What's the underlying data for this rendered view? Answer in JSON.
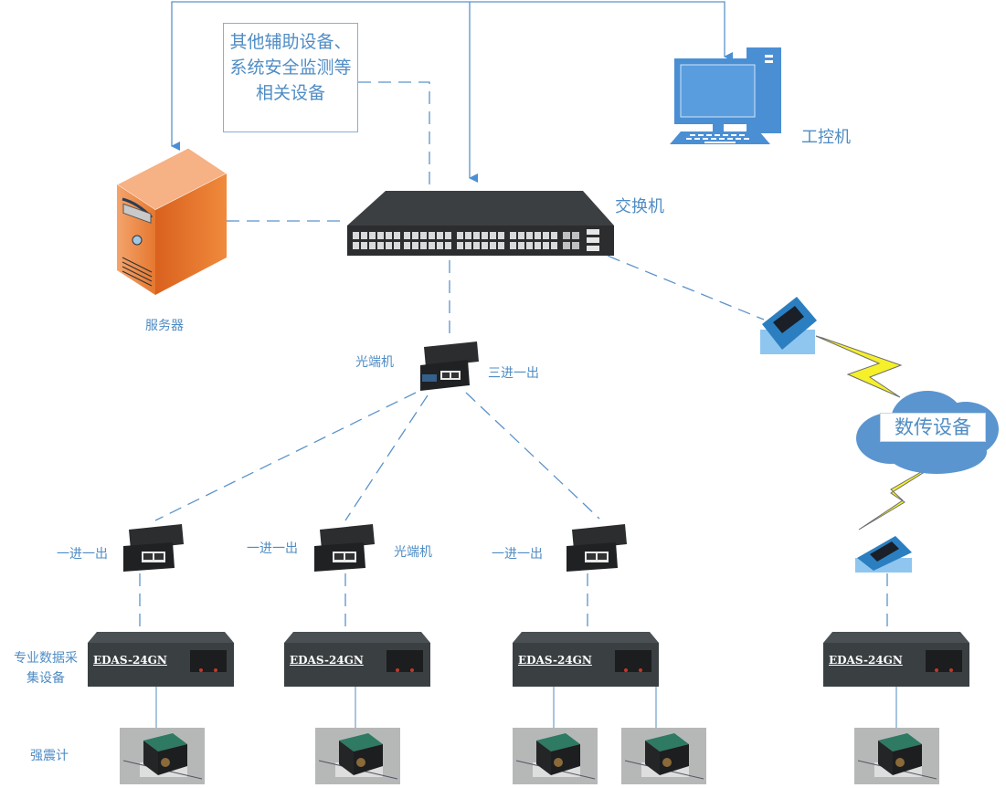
{
  "diagram": {
    "title": "",
    "aux_box": {
      "text": "其他辅助设备、系统安全监测等相关设备"
    },
    "nodes": {
      "server": {
        "label": "服务器",
        "icon": "server-tower-icon"
      },
      "workstation": {
        "label": "工控机",
        "icon": "desktop-computer-icon"
      },
      "switch": {
        "label": "交换机",
        "icon": "network-switch-icon"
      },
      "hub_converter": {
        "label": "光端机",
        "mode": "三进一出",
        "icon": "media-converter-icon"
      },
      "radio_top": {
        "icon": "radio-modem-icon"
      },
      "radio_bottom": {
        "icon": "radio-modem-icon"
      },
      "cloud": {
        "label": "数传设备",
        "icon": "cloud-icon"
      }
    },
    "branches": [
      {
        "converter_mode": "一进一出",
        "converter_label": "",
        "daq_model": "EDAS-24GN",
        "sensor_count": 1
      },
      {
        "converter_mode": "一进一出",
        "converter_label": "光端机",
        "daq_model": "EDAS-24GN",
        "sensor_count": 1
      },
      {
        "converter_mode": "一进一出",
        "converter_label": "",
        "daq_model": "EDAS-24GN",
        "sensor_count": 2
      },
      {
        "converter_mode": "",
        "converter_label": "",
        "daq_model": "EDAS-24GN",
        "sensor_count": 1
      }
    ],
    "row_labels": {
      "daq": "专业数据采集设备",
      "daq_line1": "专业数据采",
      "daq_line2": "集设备",
      "sensor": "强震计"
    },
    "colors": {
      "line": "#5b93c9",
      "label": "#4f8cc4",
      "server_orange": "#e9772b",
      "pc_blue": "#4a8fd4",
      "device_dark": "#2f3436",
      "lightning": "#f5f02a",
      "cloud": "#5b95d0"
    }
  }
}
